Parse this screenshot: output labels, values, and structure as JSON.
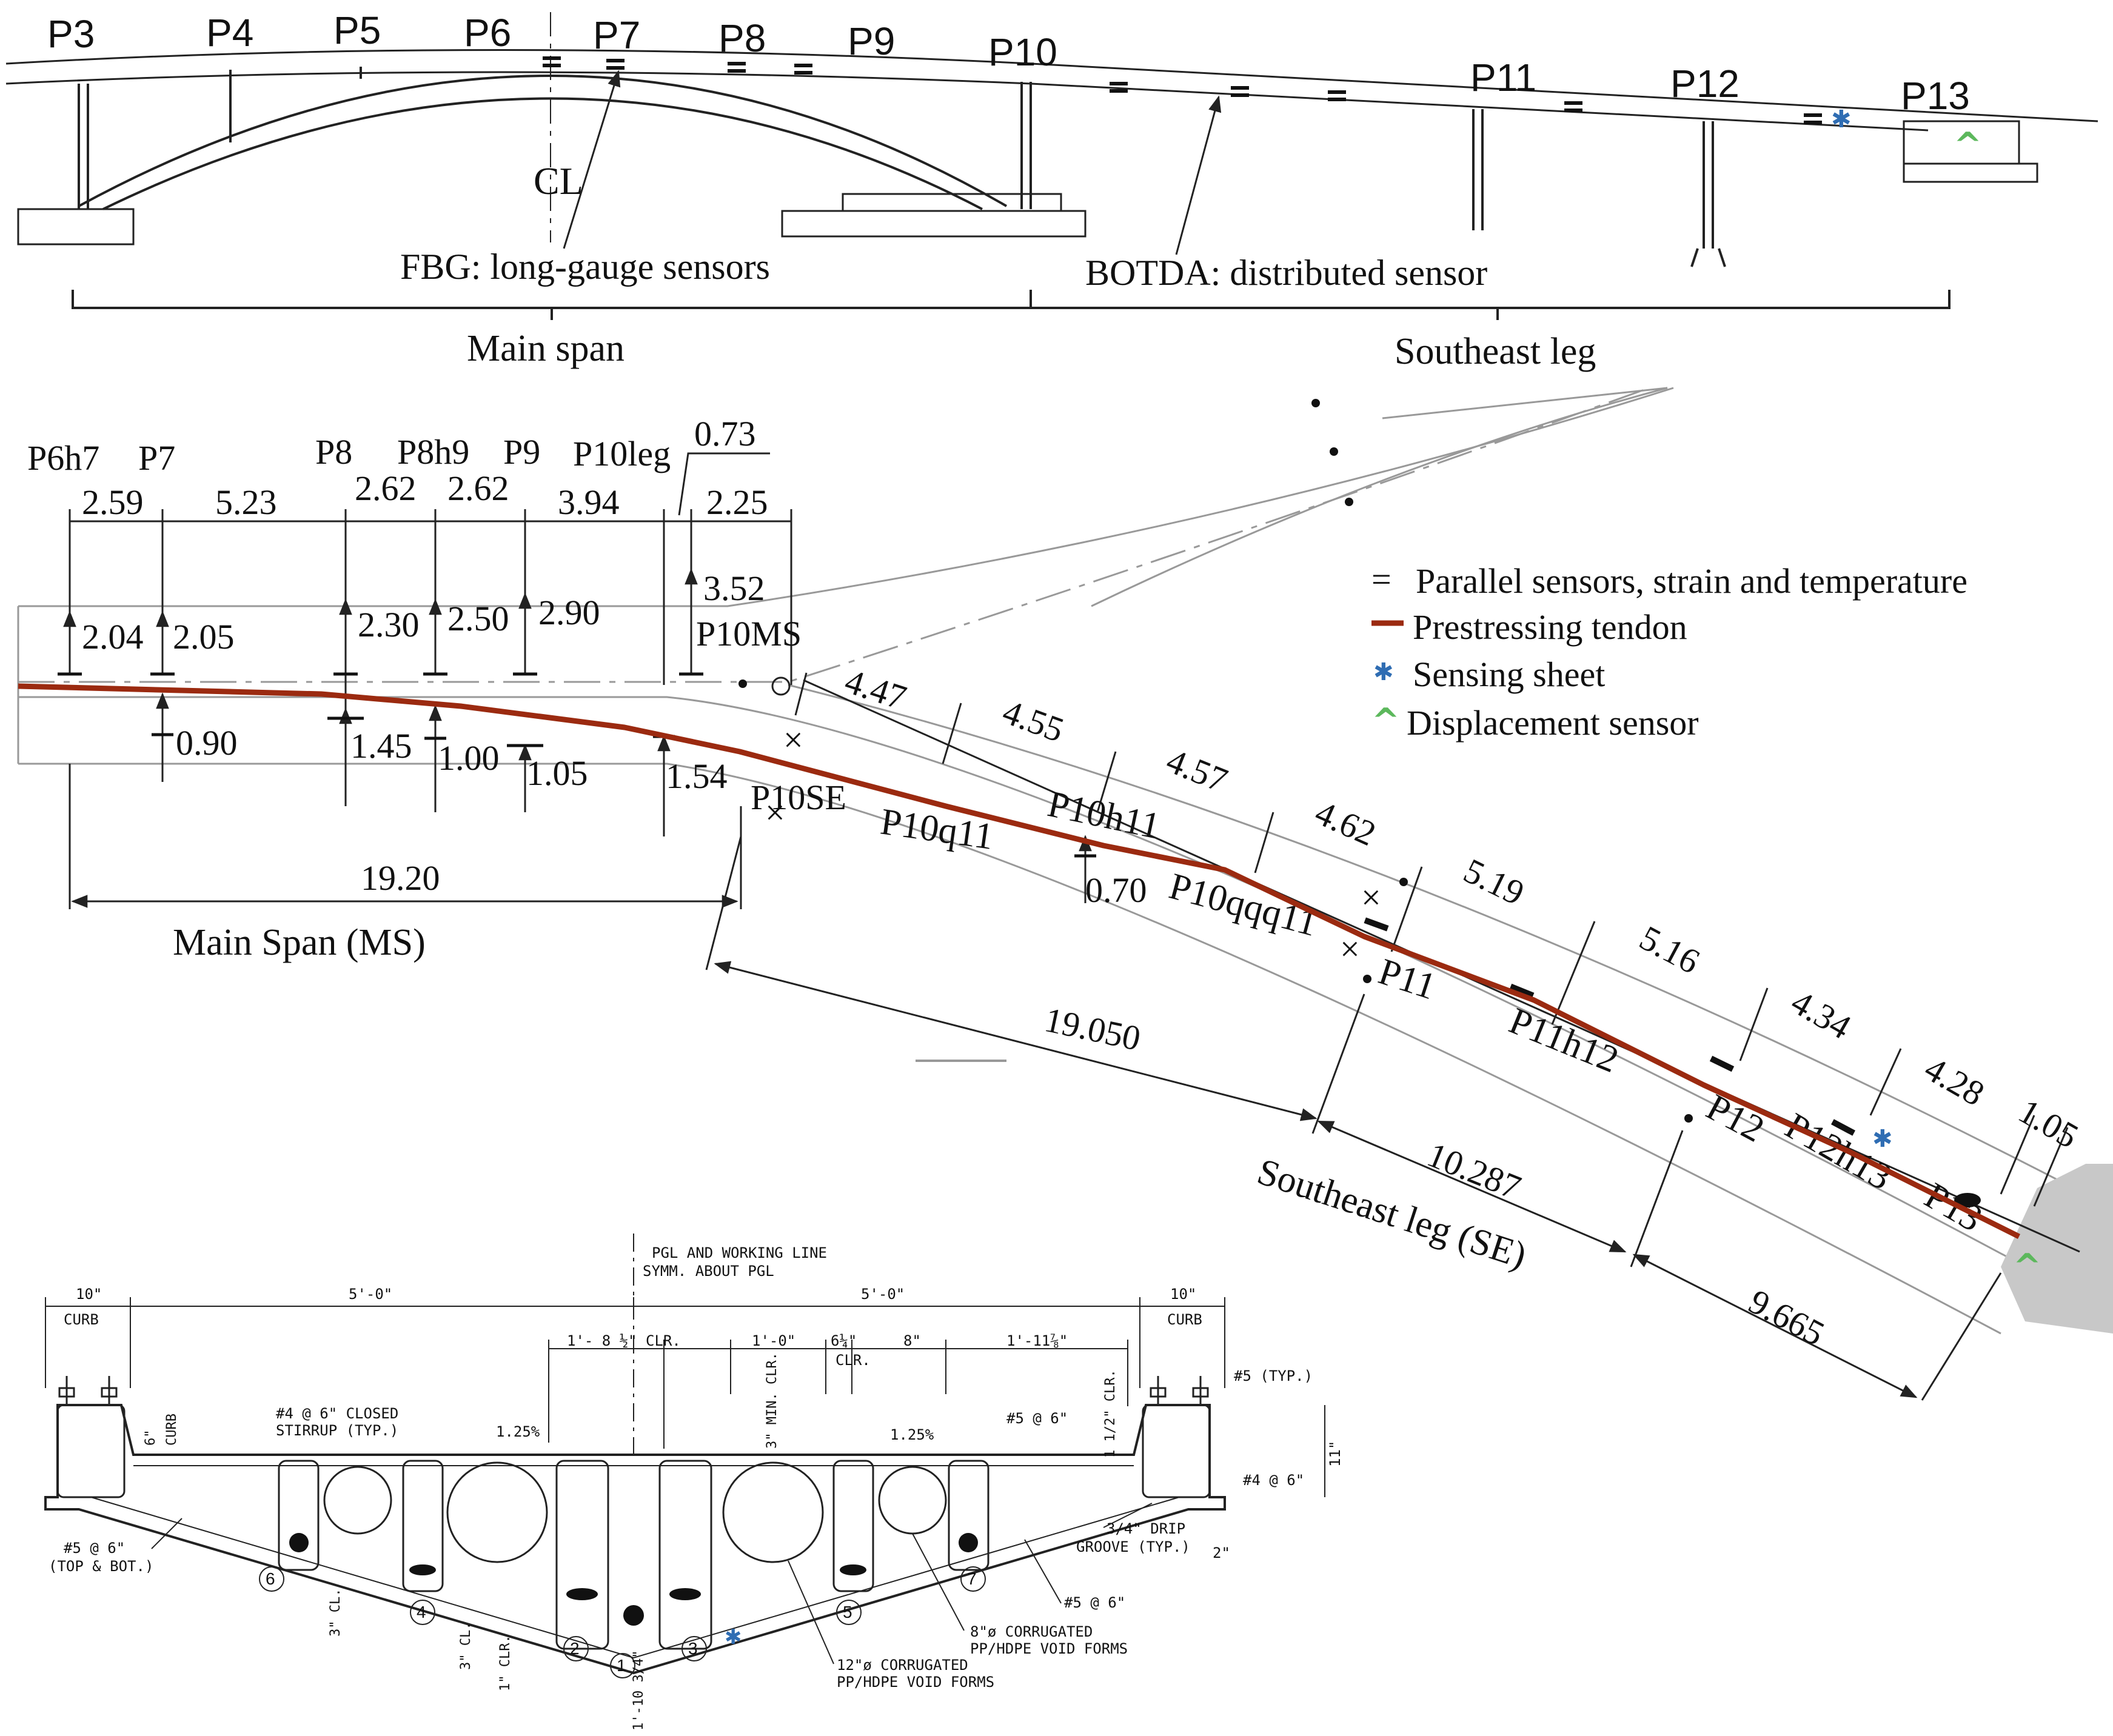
{
  "colors": {
    "tendon": "#9b2a10",
    "sensing_sheet": "#2f6db3",
    "displacement_sensor": "#5cb85c",
    "line": "#222222",
    "light_line": "#9a9a9a"
  },
  "elevation": {
    "piers": [
      "P3",
      "P4",
      "P5",
      "P6",
      "P7",
      "P8",
      "P9",
      "P10",
      "P11",
      "P12",
      "P13"
    ],
    "centerline": "CL",
    "fbg_label": "FBG: long-gauge sensors",
    "botda_label": "BOTDA: distributed sensor",
    "main_span_label": "Main span",
    "southeast_leg_label": "Southeast leg"
  },
  "plan": {
    "top_labels": [
      "P6h7",
      "P7",
      "P8",
      "P8h9",
      "P9",
      "P10leg"
    ],
    "label_073": "0.73",
    "top_dims": [
      "2.59",
      "5.23",
      "2.62",
      "2.62",
      "3.94",
      "2.25"
    ],
    "up_dims": [
      "2.04",
      "2.05",
      "2.30",
      "2.50",
      "2.90",
      "3.52"
    ],
    "p10ms": "P10MS",
    "down_dims": [
      "0.90",
      "1.45",
      "1.00",
      "1.05",
      "1.54"
    ],
    "p10se": "P10SE",
    "ms_length": "19.20",
    "ms_label": "Main Span (MS)",
    "se_dims": [
      "4.47",
      "4.55",
      "4.57",
      "4.62",
      "5.19",
      "5.16",
      "4.34",
      "4.28",
      "1.05"
    ],
    "se_labels": [
      "P10q11",
      "P10h11",
      "P10qqq11",
      "P11",
      "P11h12",
      "P12",
      "P12h13",
      "P13"
    ],
    "dim_070": "0.70",
    "dim_19050": "19.050",
    "dim_10287": "10.287",
    "dim_9665": "9.665",
    "se_label": "Southeast leg (SE)"
  },
  "legend": {
    "parallel": "Parallel sensors, strain and temperature",
    "tendon": "Prestressing tendon",
    "sheet": "Sensing sheet",
    "displacement": "Displacement sensor",
    "parallel_symbol": "=",
    "sheet_symbol": "✱",
    "displacement_symbol": "^"
  },
  "section": {
    "pgl": "PGL AND WORKING LINE",
    "symm": "SYMM. ABOUT PGL",
    "curb_dim": "10\"",
    "curb": "CURB",
    "half_width": "5'-0\"",
    "dim_1_8": "1'- 8 ½\" CLR.",
    "dim_1_0": "1'-0\"",
    "dim_6": "6¼\"",
    "clr": "CLR.",
    "dim_8": "8\"",
    "dim_1_11": "1'-11⅞\"",
    "curb_6": "6\"",
    "stirrup1": "#4 @ 6\" CLOSED",
    "stirrup2": "STIRRUP (TYP.)",
    "slope": "1.25%",
    "min_clr": "3\" MIN. CLR.",
    "bar5_6": "#5 @ 6\"",
    "clr_1_5": "1 1/2\" CLR.",
    "bar5_typ": "#5 (TYP.)",
    "dim_11": "11\"",
    "bar4_6": "#4 @ 6\"",
    "drip1": "3/4\" DRIP",
    "drip2": "GROOVE (TYP.)",
    "drip_2": "2\"",
    "bar5_top1": "#5 @ 6\"",
    "bar5_top2": "(TOP & BOT.)",
    "cl3": "3\" CL.",
    "clr1": "1\" CLR.",
    "depth": "1'-10 3/4\"",
    "void8_1": "8\"ø CORRUGATED",
    "void8_2": "PP/HDPE VOID FORMS",
    "void12_1": "12\"ø CORRUGATED",
    "void12_2": "PP/HDPE VOID FORMS",
    "numbers": [
      "6",
      "4",
      "2",
      "1",
      "3",
      "5",
      "7"
    ]
  }
}
